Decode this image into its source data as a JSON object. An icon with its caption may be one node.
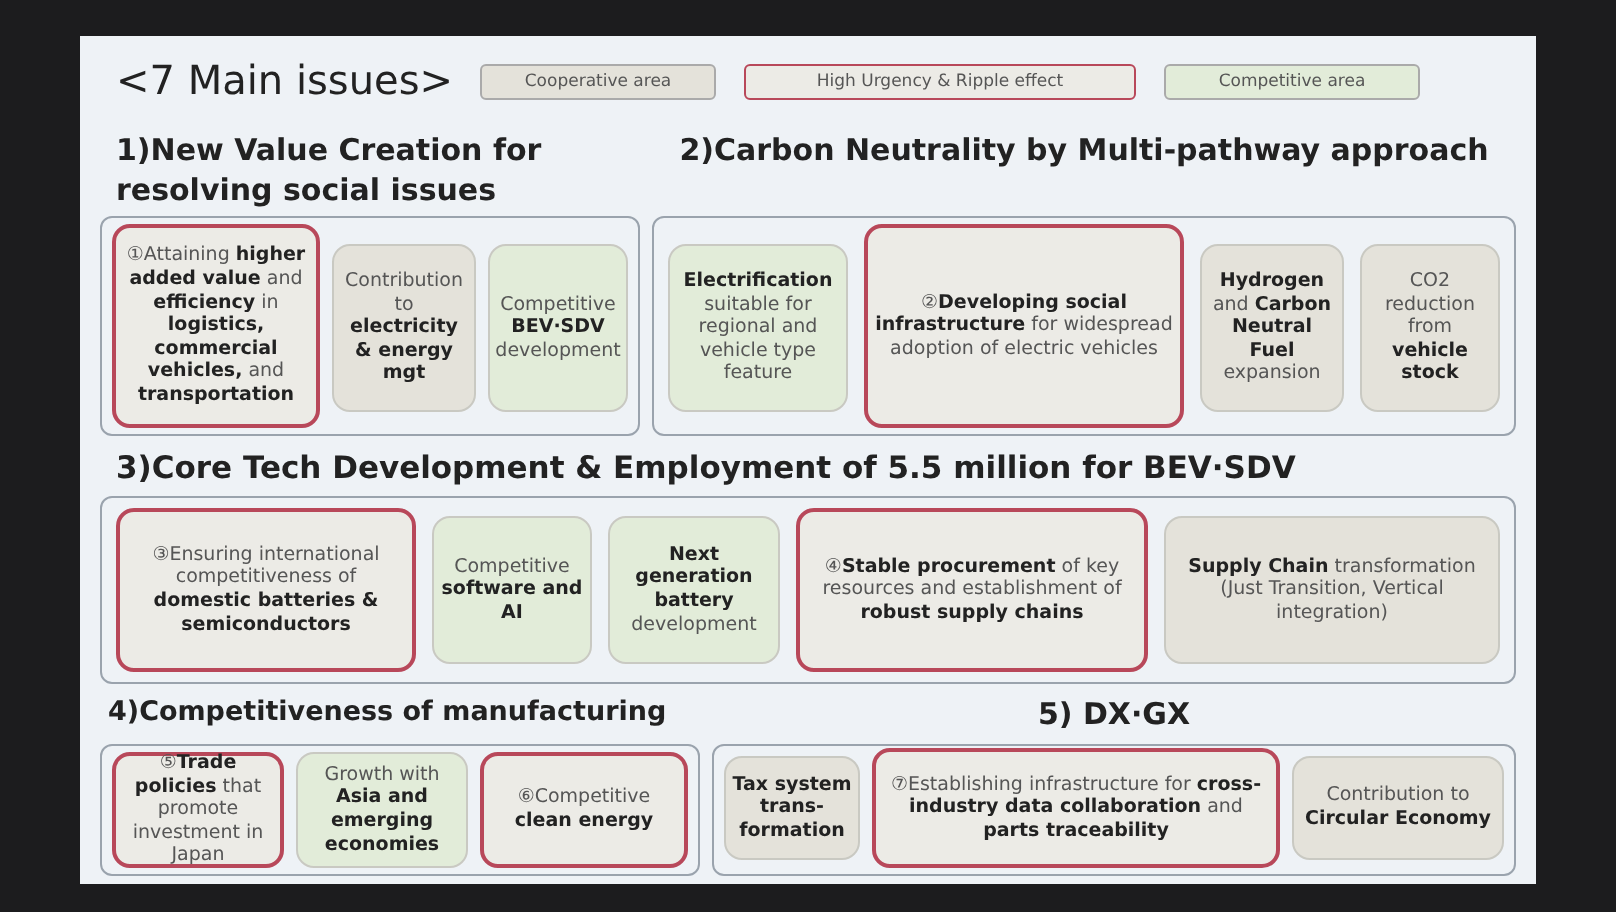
{
  "diagram": {
    "title": "<7 Main issues>",
    "nodes": [
      {
        "text": [
          "1)New Value Creation for resolving social issues"
        ]
      },
      {
        "text": [
          "①Attaining **higher added value** and **efficiency** in **logistics, commercial vehicles,** and **transportation**"
        ],
        "in": 0
      },
      {
        "text": [
          "Contribution to **electricity & energy mgt**"
        ],
        "in": 0
      },
      {
        "text": [
          "Competitive **BEV·SDV** development"
        ],
        "in": 0
      },
      {
        "text": [
          "2)Carbon Neutrality by Multi-pathway approach"
        ]
      },
      {
        "text": [
          "**Electrification** suitable for regional and vehicle type feature"
        ],
        "in": 4
      },
      {
        "text": [
          "②**Developing social infrastructure** for widespread adoption of electric vehicles"
        ],
        "in": 4
      },
      {
        "text": [
          "**Hydrogen** and **Carbon Neutral Fuel** expansion"
        ],
        "in": 4
      },
      {
        "text": [
          "CO2 reduction from **vehicle stock**"
        ],
        "in": 4
      },
      {
        "text": [
          "3)Core Tech Development & Employment of 5.5 million for BEV·SDV"
        ]
      },
      {
        "text": [
          "③Ensuring international competitiveness of **domestic batteries & semiconductors**"
        ],
        "in": 9
      },
      {
        "text": [
          "Competitive **software and AI**"
        ],
        "in": 9
      },
      {
        "text": [
          "**Next generation battery** development"
        ],
        "in": 9
      },
      {
        "text": [
          "④**Stable procurement** of key resources and establishment of **robust supply chains**"
        ],
        "in": 9
      },
      {
        "text": [
          "**Supply Chain** transformation (Just Transition, Vertical integration)"
        ],
        "in": 9
      },
      {
        "text": [
          "4)Competitiveness of manufacturing"
        ]
      },
      {
        "text": [
          "⑤**Trade policies** that promote investment in Japan"
        ],
        "in": 15
      },
      {
        "text": [
          "Growth with **Asia and emerging economies**"
        ],
        "in": 15
      },
      {
        "text": [
          "⑥Competitive **clean energy**"
        ],
        "in": 15
      },
      {
        "text": [
          "5) DX·GX"
        ]
      },
      {
        "text": [
          "**Tax system trans- formation**"
        ],
        "in": 19
      },
      {
        "text": [
          "⑦Establishing infrastructure for **cross-industry data collaboration** and **parts traceability**"
        ],
        "in": 19
      },
      {
        "text": [
          "Contribution to **Circular Economy**"
        ],
        "in": 19
      }
    ],
    "legend": [
      {
        "text": "Cooperative area",
        "color": "#e4e2da"
      },
      {
        "text": "High Urgency & Ripple effect",
        "color": "#b8485a"
      },
      {
        "text": "Competitive area",
        "color": "#e2ecd9"
      }
    ]
  }
}
